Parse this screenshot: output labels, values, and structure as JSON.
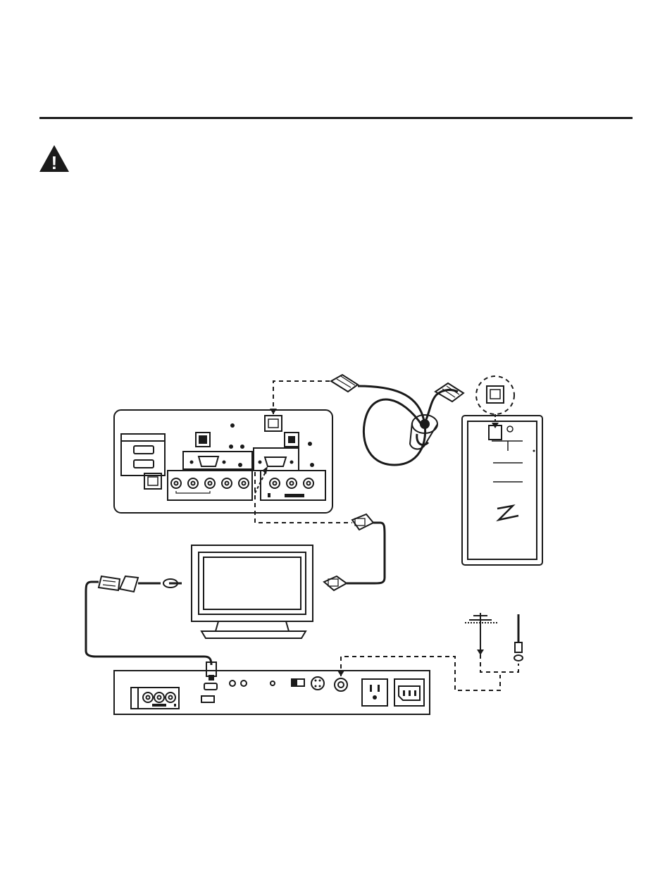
{
  "page": {
    "background": "#ffffff",
    "ink": "#1a1a1a"
  },
  "header": {
    "rule": "horizontal-rule"
  },
  "warning": {
    "icon": "warning-triangle-icon",
    "glyph": "!"
  },
  "diagram": {
    "components": [
      "set-top-box-rear-panel",
      "tv-monitor",
      "pro-idiom-card-rear-panel",
      "phone-line-wall-jack",
      "coax-antenna-sources"
    ],
    "cables": [
      "rj12-data-cable-with-ferrite",
      "vga-cable",
      "hdmi-cable",
      "coax-rf-cable"
    ],
    "logo": "zenith-z-logo"
  }
}
